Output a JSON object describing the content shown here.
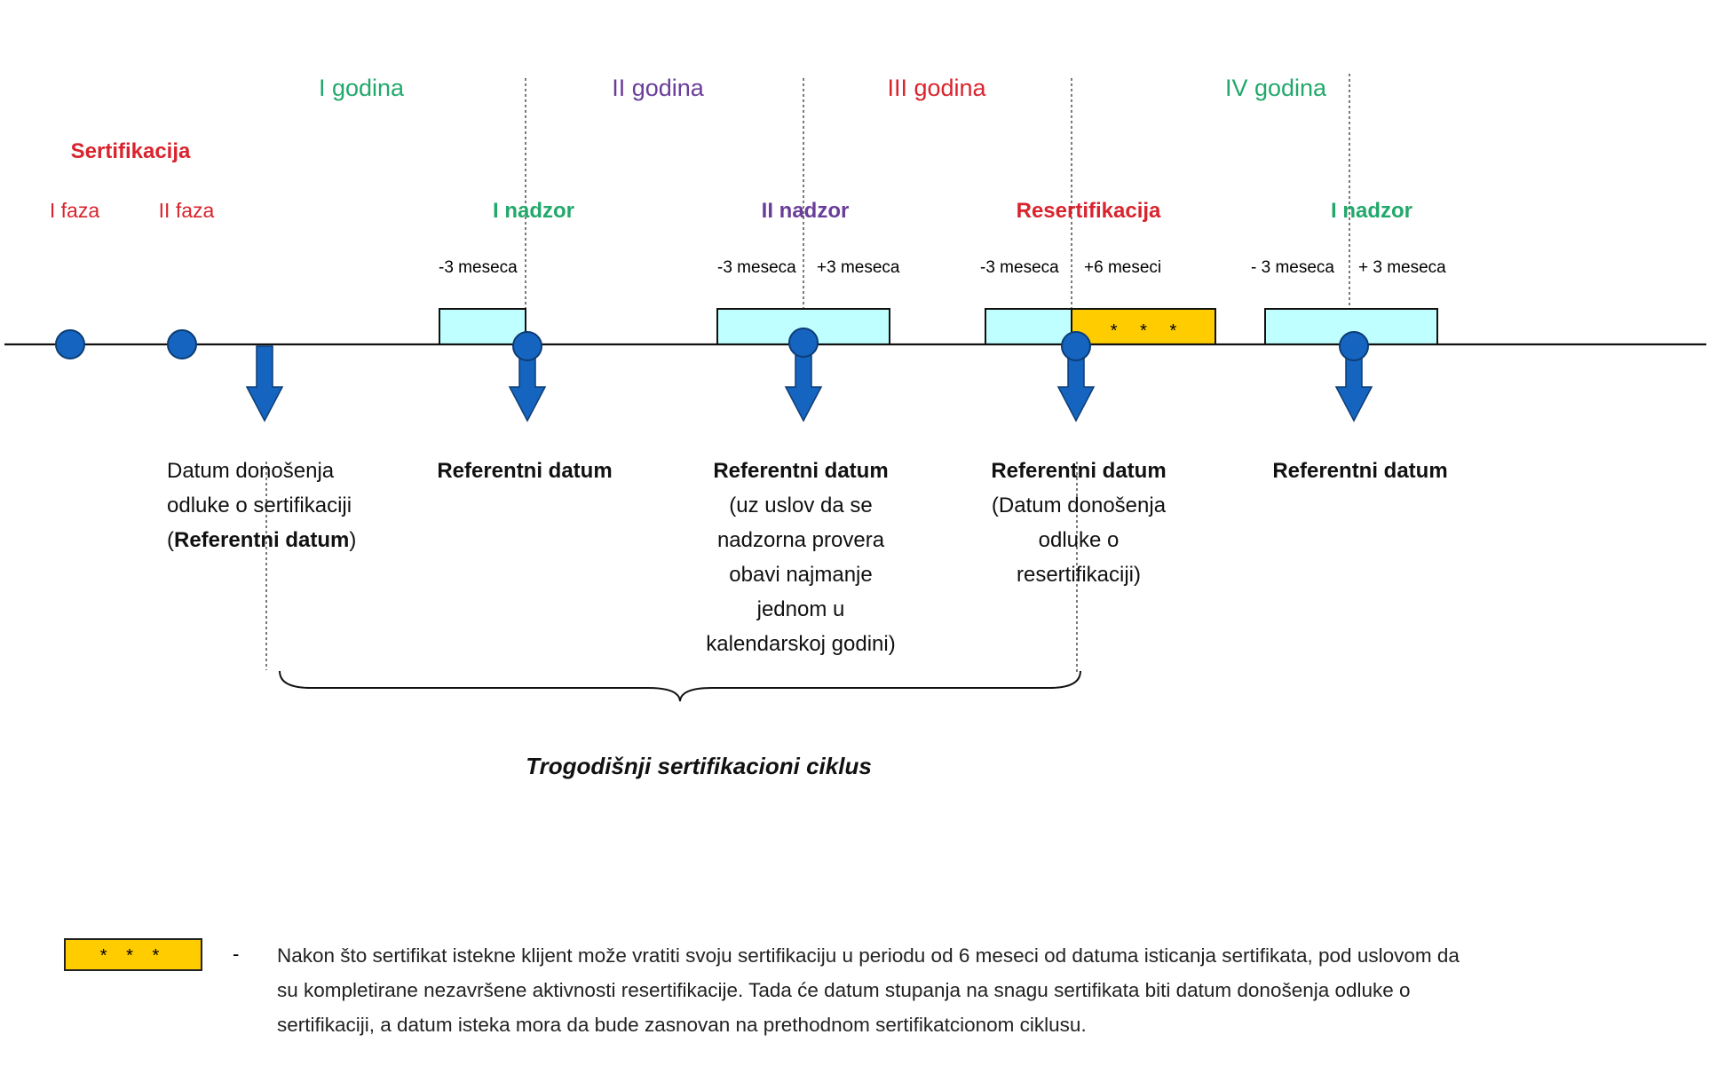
{
  "colors": {
    "red": "#D9232D",
    "green": "#22A86B",
    "purple": "#6A3D9A",
    "timeline": "#111111",
    "window_fill": "#BFFFFF",
    "extension_fill": "#FFCC00",
    "marker": "#1565C0",
    "arrow": "#1565C0"
  },
  "years": [
    {
      "label": "I godina",
      "color": "green"
    },
    {
      "label": "II godina",
      "color": "purple"
    },
    {
      "label": "III godina",
      "color": "red"
    },
    {
      "label": "IV godina",
      "color": "green"
    }
  ],
  "certification": {
    "title": "Sertifikacija",
    "phase1": "I faza",
    "phase2": "II faza"
  },
  "checkpoints": [
    {
      "heading": "I nadzor",
      "color": "green",
      "minus": "-3 meseca",
      "plus": ""
    },
    {
      "heading": "II nadzor",
      "color": "purple",
      "minus": "-3 meseca",
      "plus": "+3 meseca"
    },
    {
      "heading": "Resertifikacija",
      "color": "red",
      "minus": "-3 meseca",
      "plus": "+6 meseci"
    },
    {
      "heading": "I nadzor",
      "color": "green",
      "minus": "- 3 meseca",
      "plus": "+ 3 meseca"
    }
  ],
  "extension_symbol": "* * *",
  "reference_labels": {
    "decision": [
      "Datum donošenja",
      "odluke o sertifikaciji"
    ],
    "decision_ref_open": "(",
    "decision_ref": "Referentni datum",
    "decision_ref_close": ")",
    "ref1": "Referentni datum",
    "ref2_title": "Referentni datum",
    "ref2_lines": [
      "(uz uslov da se",
      "nadzorna provera",
      "obavi najmanje",
      "jednom u",
      "kalendarskoj godini)"
    ],
    "ref3_title": "Referentni datum",
    "ref3_lines": [
      "(Datum donošenja",
      "odluke o",
      "resertifikaciji)"
    ],
    "ref4": "Referentni datum"
  },
  "cycle_label": "Trogodišnji sertifikacioni ciklus",
  "legend": {
    "symbol": "* * *",
    "dash": "-",
    "lines": [
      "Nakon što sertifikat istekne klijent može vratiti svoju sertifikaciju u periodu od 6 meseci od datuma isticanja sertifikata, pod uslovom da",
      "su kompletirane nezavršene aktivnosti resertifikacije. Tada će  datum stupanja na snagu sertifikata biti datum donošenja odluke o",
      "sertifikaciji, a datum isteka mora da bude zasnovan na prethodnom sertifikatcionom ciklusu."
    ]
  }
}
